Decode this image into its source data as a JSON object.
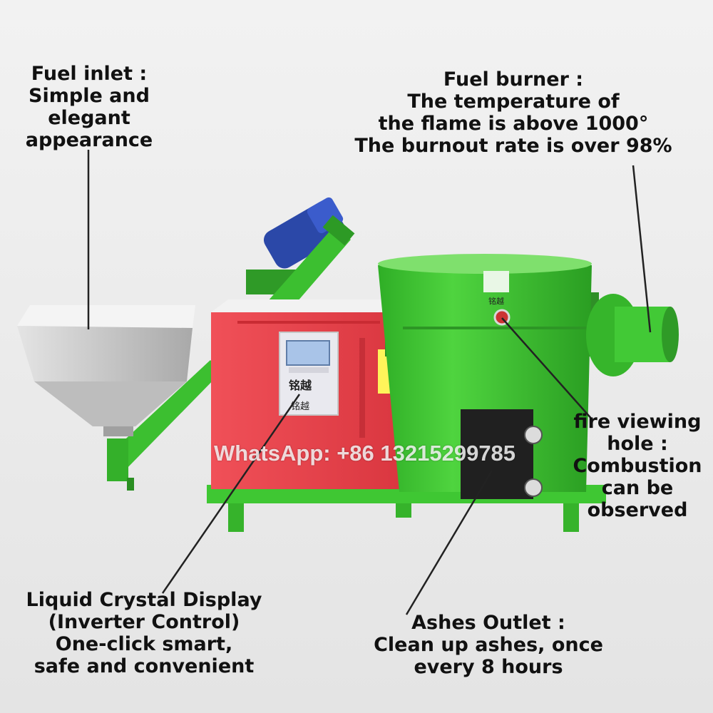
{
  "callouts": {
    "fuel_inlet": [
      "Fuel inlet :",
      "Simple and",
      "elegant",
      "appearance"
    ],
    "fuel_burner": [
      "Fuel burner :",
      "The temperature of",
      "the flame is above 1000°",
      "The burnout rate is over 98%"
    ],
    "fire_hole": [
      "fire viewing",
      "hole :",
      "Combustion",
      "can be",
      "observed"
    ],
    "display": [
      "Liquid Crystal Display",
      "(Inverter Control)",
      "One-click smart,",
      "safe and convenient"
    ],
    "ashes": [
      "Ashes Outlet :",
      "Clean up ashes, once",
      "every 8 hours"
    ]
  },
  "watermark": "WhatsApp: +86 13215299785",
  "brand_text": "铭越",
  "colors": {
    "machine_green": "#39c12e",
    "cabinet_red": "#e8424a",
    "hopper_silver": "#c9c9c9",
    "background": "#ebebeb"
  }
}
